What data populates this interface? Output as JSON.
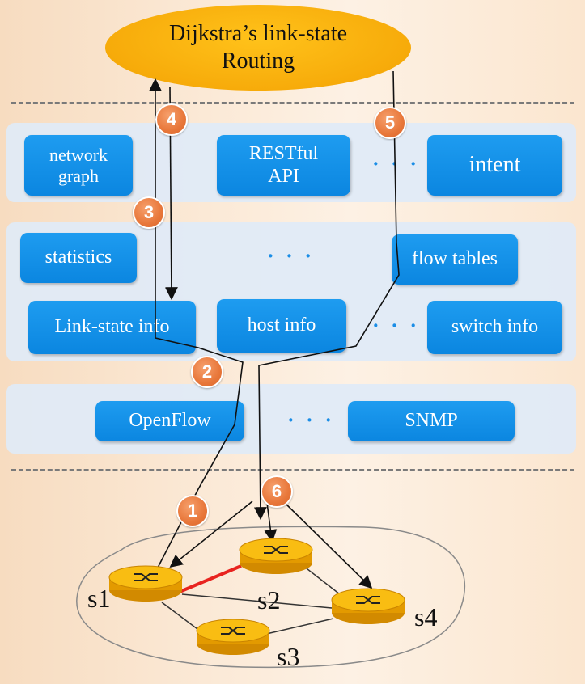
{
  "algorithm": {
    "line1": "Dijkstra’s link-state",
    "line2": "Routing"
  },
  "app_layer": {
    "network_graph": {
      "line1": "network",
      "line2": "graph"
    },
    "restful_api": {
      "line1": "RESTful",
      "line2": "API"
    },
    "intent": "intent",
    "ellipsis": "· · ·"
  },
  "state_layer": {
    "statistics": "statistics",
    "flow_tables": "flow tables",
    "link_state_info": "Link-state info",
    "host_info": "host info",
    "switch_info": "switch info",
    "ellipsis_top": "· · ·",
    "ellipsis_bottom": "· · ·"
  },
  "protocol_layer": {
    "openflow": "OpenFlow",
    "snmp": "SNMP",
    "ellipsis": "· · ·"
  },
  "steps": [
    "1",
    "2",
    "3",
    "4",
    "5",
    "6"
  ],
  "switches": {
    "s1": "s1",
    "s2": "s2",
    "s3": "s3",
    "s4": "s4"
  },
  "colors": {
    "box": "#0b86e0",
    "badge": "#e8773a",
    "router": "#f7b500",
    "highlight_link": "#e8231f"
  },
  "icons": [
    "router-icon"
  ]
}
